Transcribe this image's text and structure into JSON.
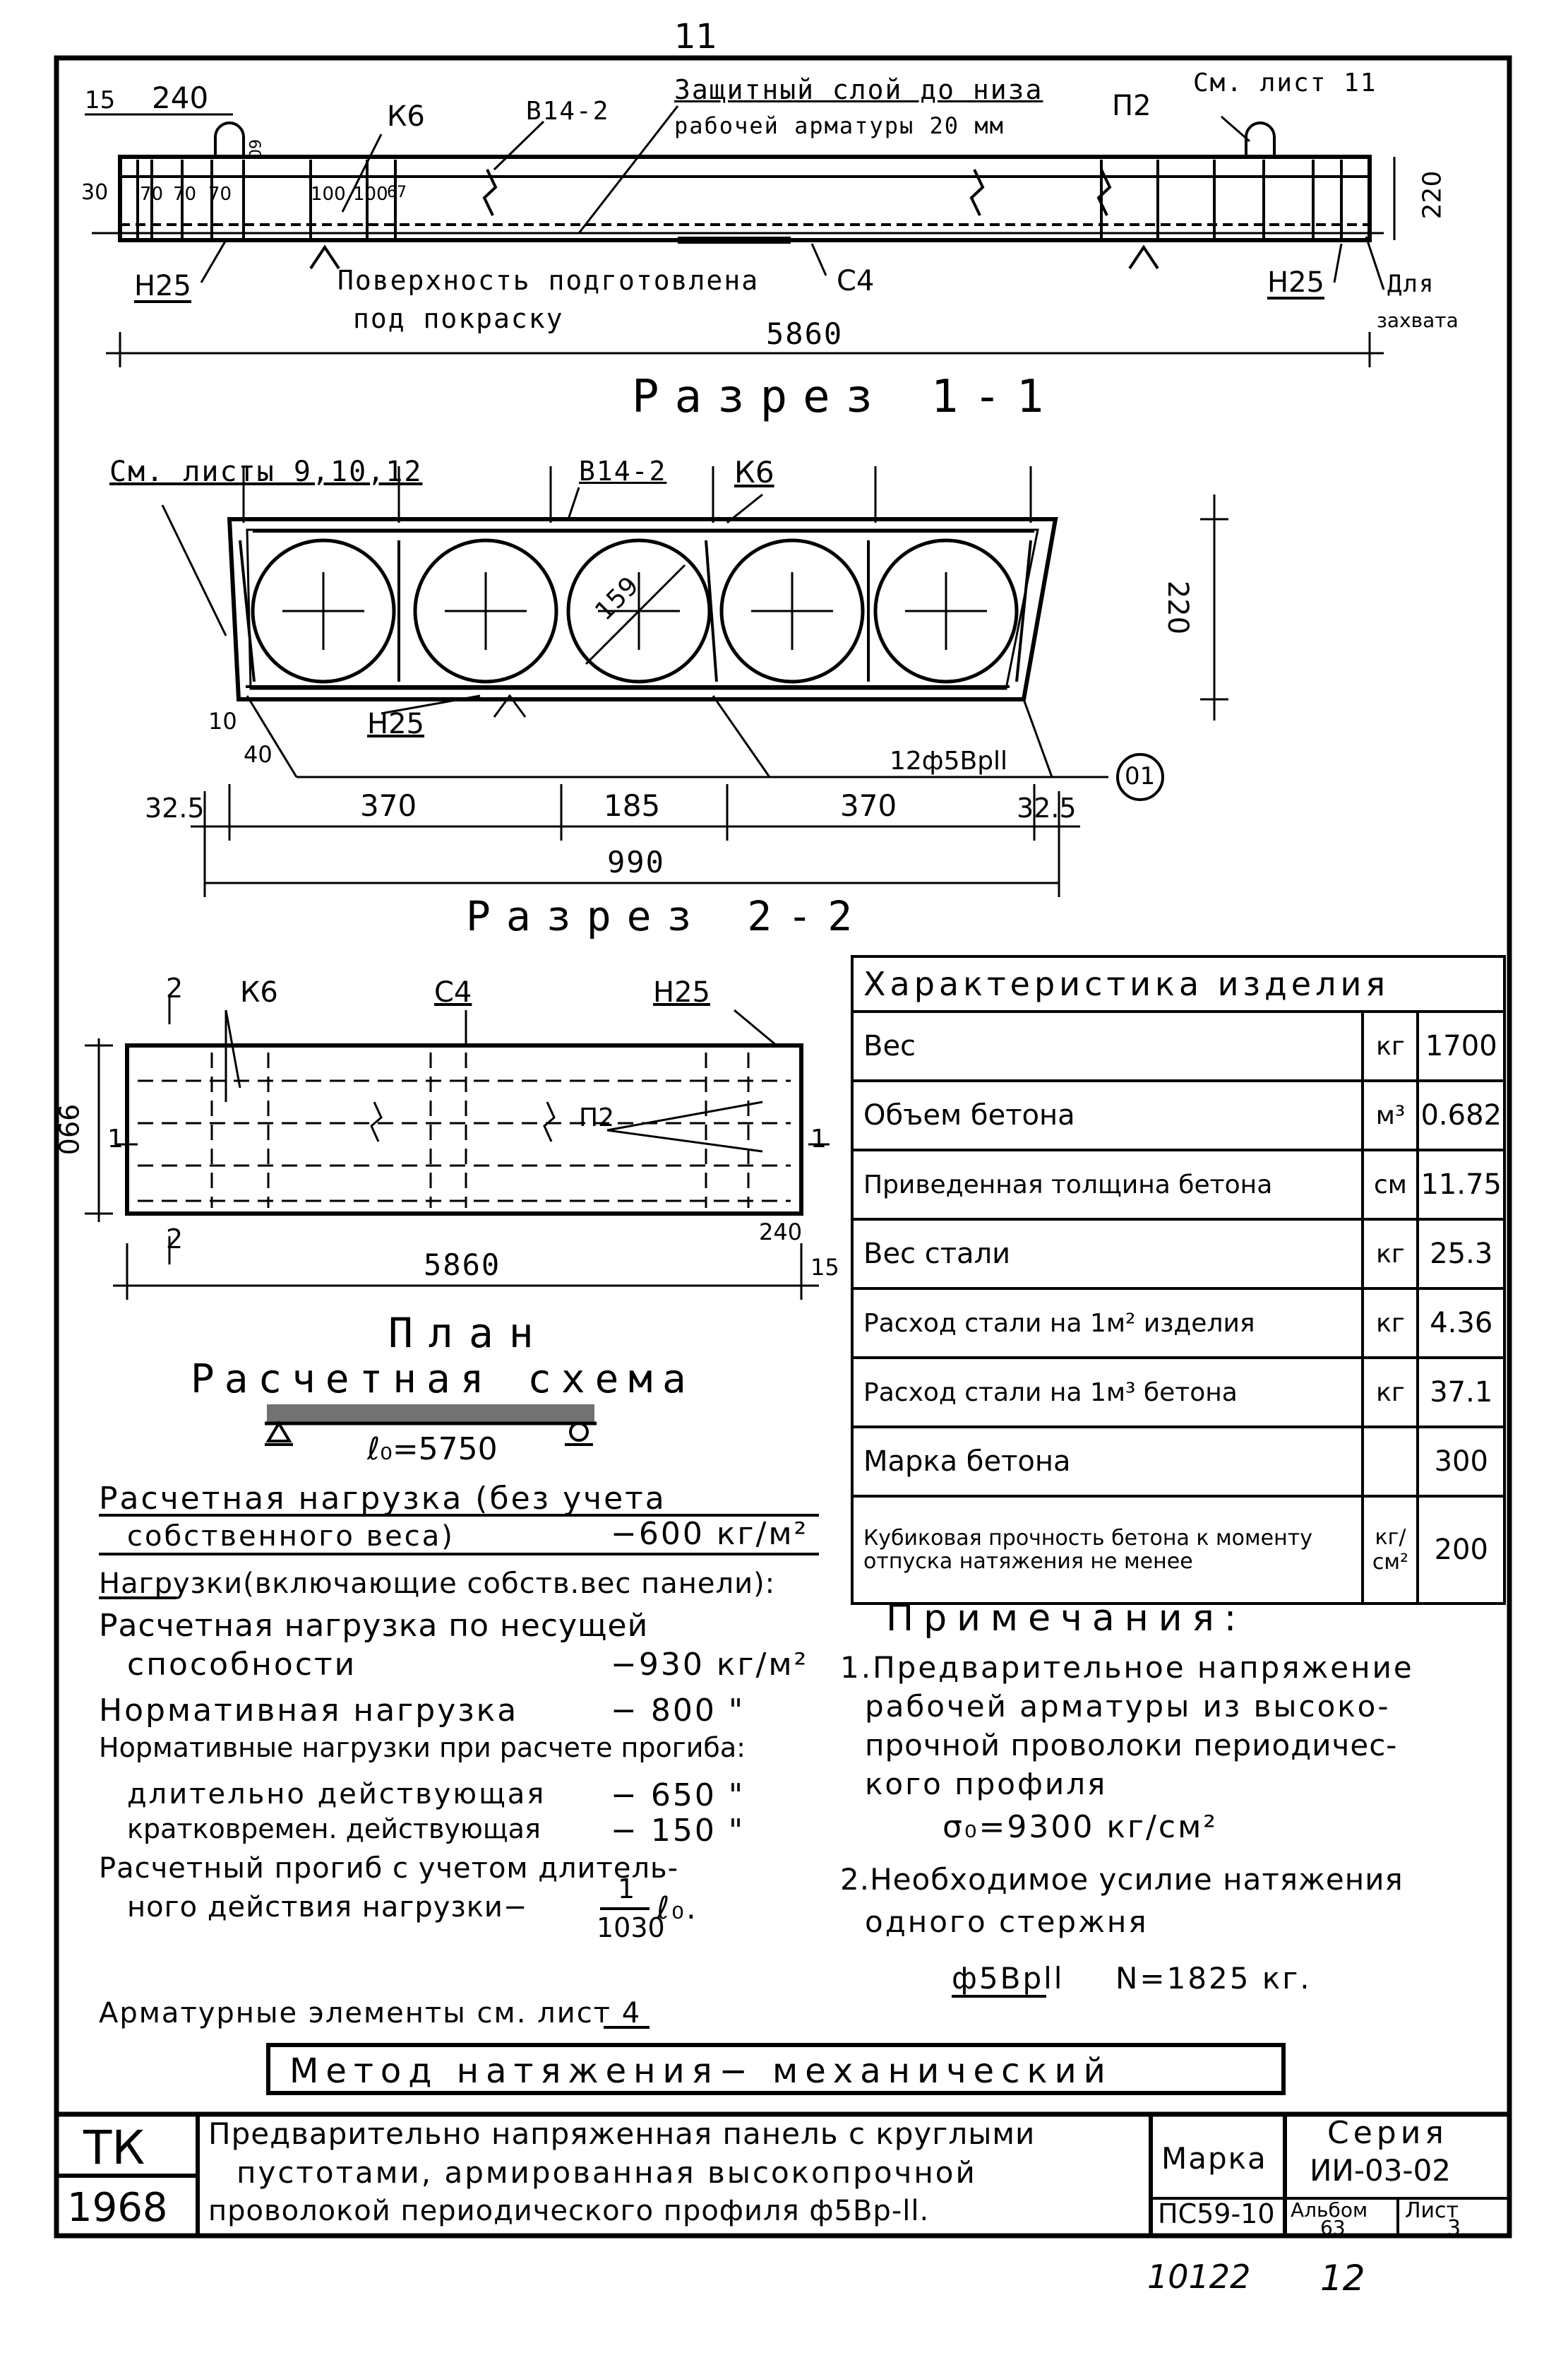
{
  "sheet_number_top": "11",
  "section_11": {
    "dim_15": "15",
    "dim_240": "240",
    "k6": "К6",
    "v14": "В14-2",
    "protective_layer_line1": "Защитный слой до низа",
    "protective_layer_line2": "рабочей арматуры 20 мм",
    "p2": "П2",
    "see_sheet": "См. лист 11",
    "dim_30": "30",
    "d70a": "70",
    "d70b": "70",
    "d70c": "70",
    "d100a": "100",
    "d100b": "100",
    "d60": "60",
    "d67": "67",
    "dim_220": "220",
    "n25_left": "Н25",
    "n25_right": "Н25",
    "surface_line1": "Поверхность подготовлена",
    "surface_line2": "под покраску",
    "c4": "С4",
    "for_grip_line1": "Для",
    "for_grip_line2": "захвата",
    "length": "5860"
  },
  "title_section_11": "Разрез 1-1",
  "section_22": {
    "see_sheets": "См. листы 9,10,12",
    "v14": "В14-2",
    "k6": "К6",
    "dia": "159",
    "height": "220",
    "d10": "10",
    "d40": "40",
    "n25": "Н25",
    "rebar": "12ф5Врll",
    "marker": "01",
    "d32_5_left": "32.5",
    "d370a": "370",
    "d185": "185",
    "d370b": "370",
    "d32_5_right": "32.5",
    "width": "990"
  },
  "title_section_22": "Разрез 2-2",
  "plan": {
    "mark2_top": "2",
    "k6": "К6",
    "c4": "С4",
    "n25": "Н25",
    "width": "990",
    "mark1_left": "1",
    "mark1_right": "1",
    "p2": "П2",
    "mark2_bottom": "2",
    "length": "5860",
    "d240": "240",
    "d15": "15"
  },
  "title_plan": "План",
  "calc_scheme": {
    "title": "Расчетная схема",
    "span": "ℓ₀=5750"
  },
  "characteristics": {
    "title": "Характеристика изделия",
    "rows": [
      {
        "name": "Вес",
        "unit": "кг",
        "value": "1700"
      },
      {
        "name": "Объем бетона",
        "unit": "м³",
        "value": "0.682"
      },
      {
        "name": "Приведенная толщина бетона",
        "unit": "см",
        "value": "11.75"
      },
      {
        "name": "Вес стали",
        "unit": "кг",
        "value": "25.3"
      },
      {
        "name": "Расход стали на 1м² изделия",
        "unit": "кг",
        "value": "4.36"
      },
      {
        "name": "Расход стали на 1м³ бетона",
        "unit": "кг",
        "value": "37.1"
      },
      {
        "name": "Марка бетона",
        "unit": "",
        "value": "300"
      },
      {
        "name": "Кубиковая прочность бетона к моменту отпуска натяжения не менее",
        "unit": "кг/см²",
        "value": "200"
      }
    ]
  },
  "loads": {
    "design_load_line1": "Расчетная нагрузка (без учета",
    "design_load_line2": "собственного веса)",
    "design_load_value": "−600 кг/м²",
    "header": "Нагрузки(включающие собств.вес панели):",
    "bearing_line1": "Расчетная нагрузка по несущей",
    "bearing_line2": "способности",
    "bearing_value": "−930 кг/м²",
    "normative_label": "Нормативная нагрузка",
    "normative_value": "− 800 \"",
    "deflection_header": "Нормативные нагрузки при расчете прогиба:",
    "long_label": "длительно действующая",
    "long_value": "− 650 \"",
    "short_label": "кратковремен. действующая",
    "short_value": "− 150 \"",
    "defl_line1": "Расчетный прогиб с учетом длитель-",
    "defl_line2": "ного действия нагрузки−",
    "defl_num": "1",
    "defl_den": "1030",
    "defl_tail": "ℓ₀.",
    "rebar_ref": "Арматурные элементы см. лист 4"
  },
  "notes": {
    "title": "Примечания:",
    "n1_line1": "1.Предварительное напряжение",
    "n1_line2": "рабочей арматуры из высоко-",
    "n1_line3": "прочной проволоки периодичес-",
    "n1_line4": "кого профиля",
    "n1_formula": "σ₀=9300 кг/см²",
    "n2_line1": "2.Необходимое усилие натяжения",
    "n2_line2": "одного стержня",
    "n2_rebar": "ф5Врll",
    "n2_force": "N=1825 кг."
  },
  "method": "Метод натяжения− механический",
  "title_block": {
    "org": "ТК",
    "year": "1968",
    "description_line1": "Предварительно напряженная панель с круглыми",
    "description_line2": "пустотами, армированная высокопрочной",
    "description_line3": "проволокой периодического профиля ф5Вр-ll.",
    "marka_label": "Марка",
    "marka_value": "ПС59-10",
    "series_label": "Серия",
    "series_value": "ИИ-03-02",
    "album_label": "Альбом",
    "album_value": "63",
    "sheet_label": "Лист",
    "sheet_value": "3"
  },
  "footer_left": "10122",
  "footer_right": "12"
}
